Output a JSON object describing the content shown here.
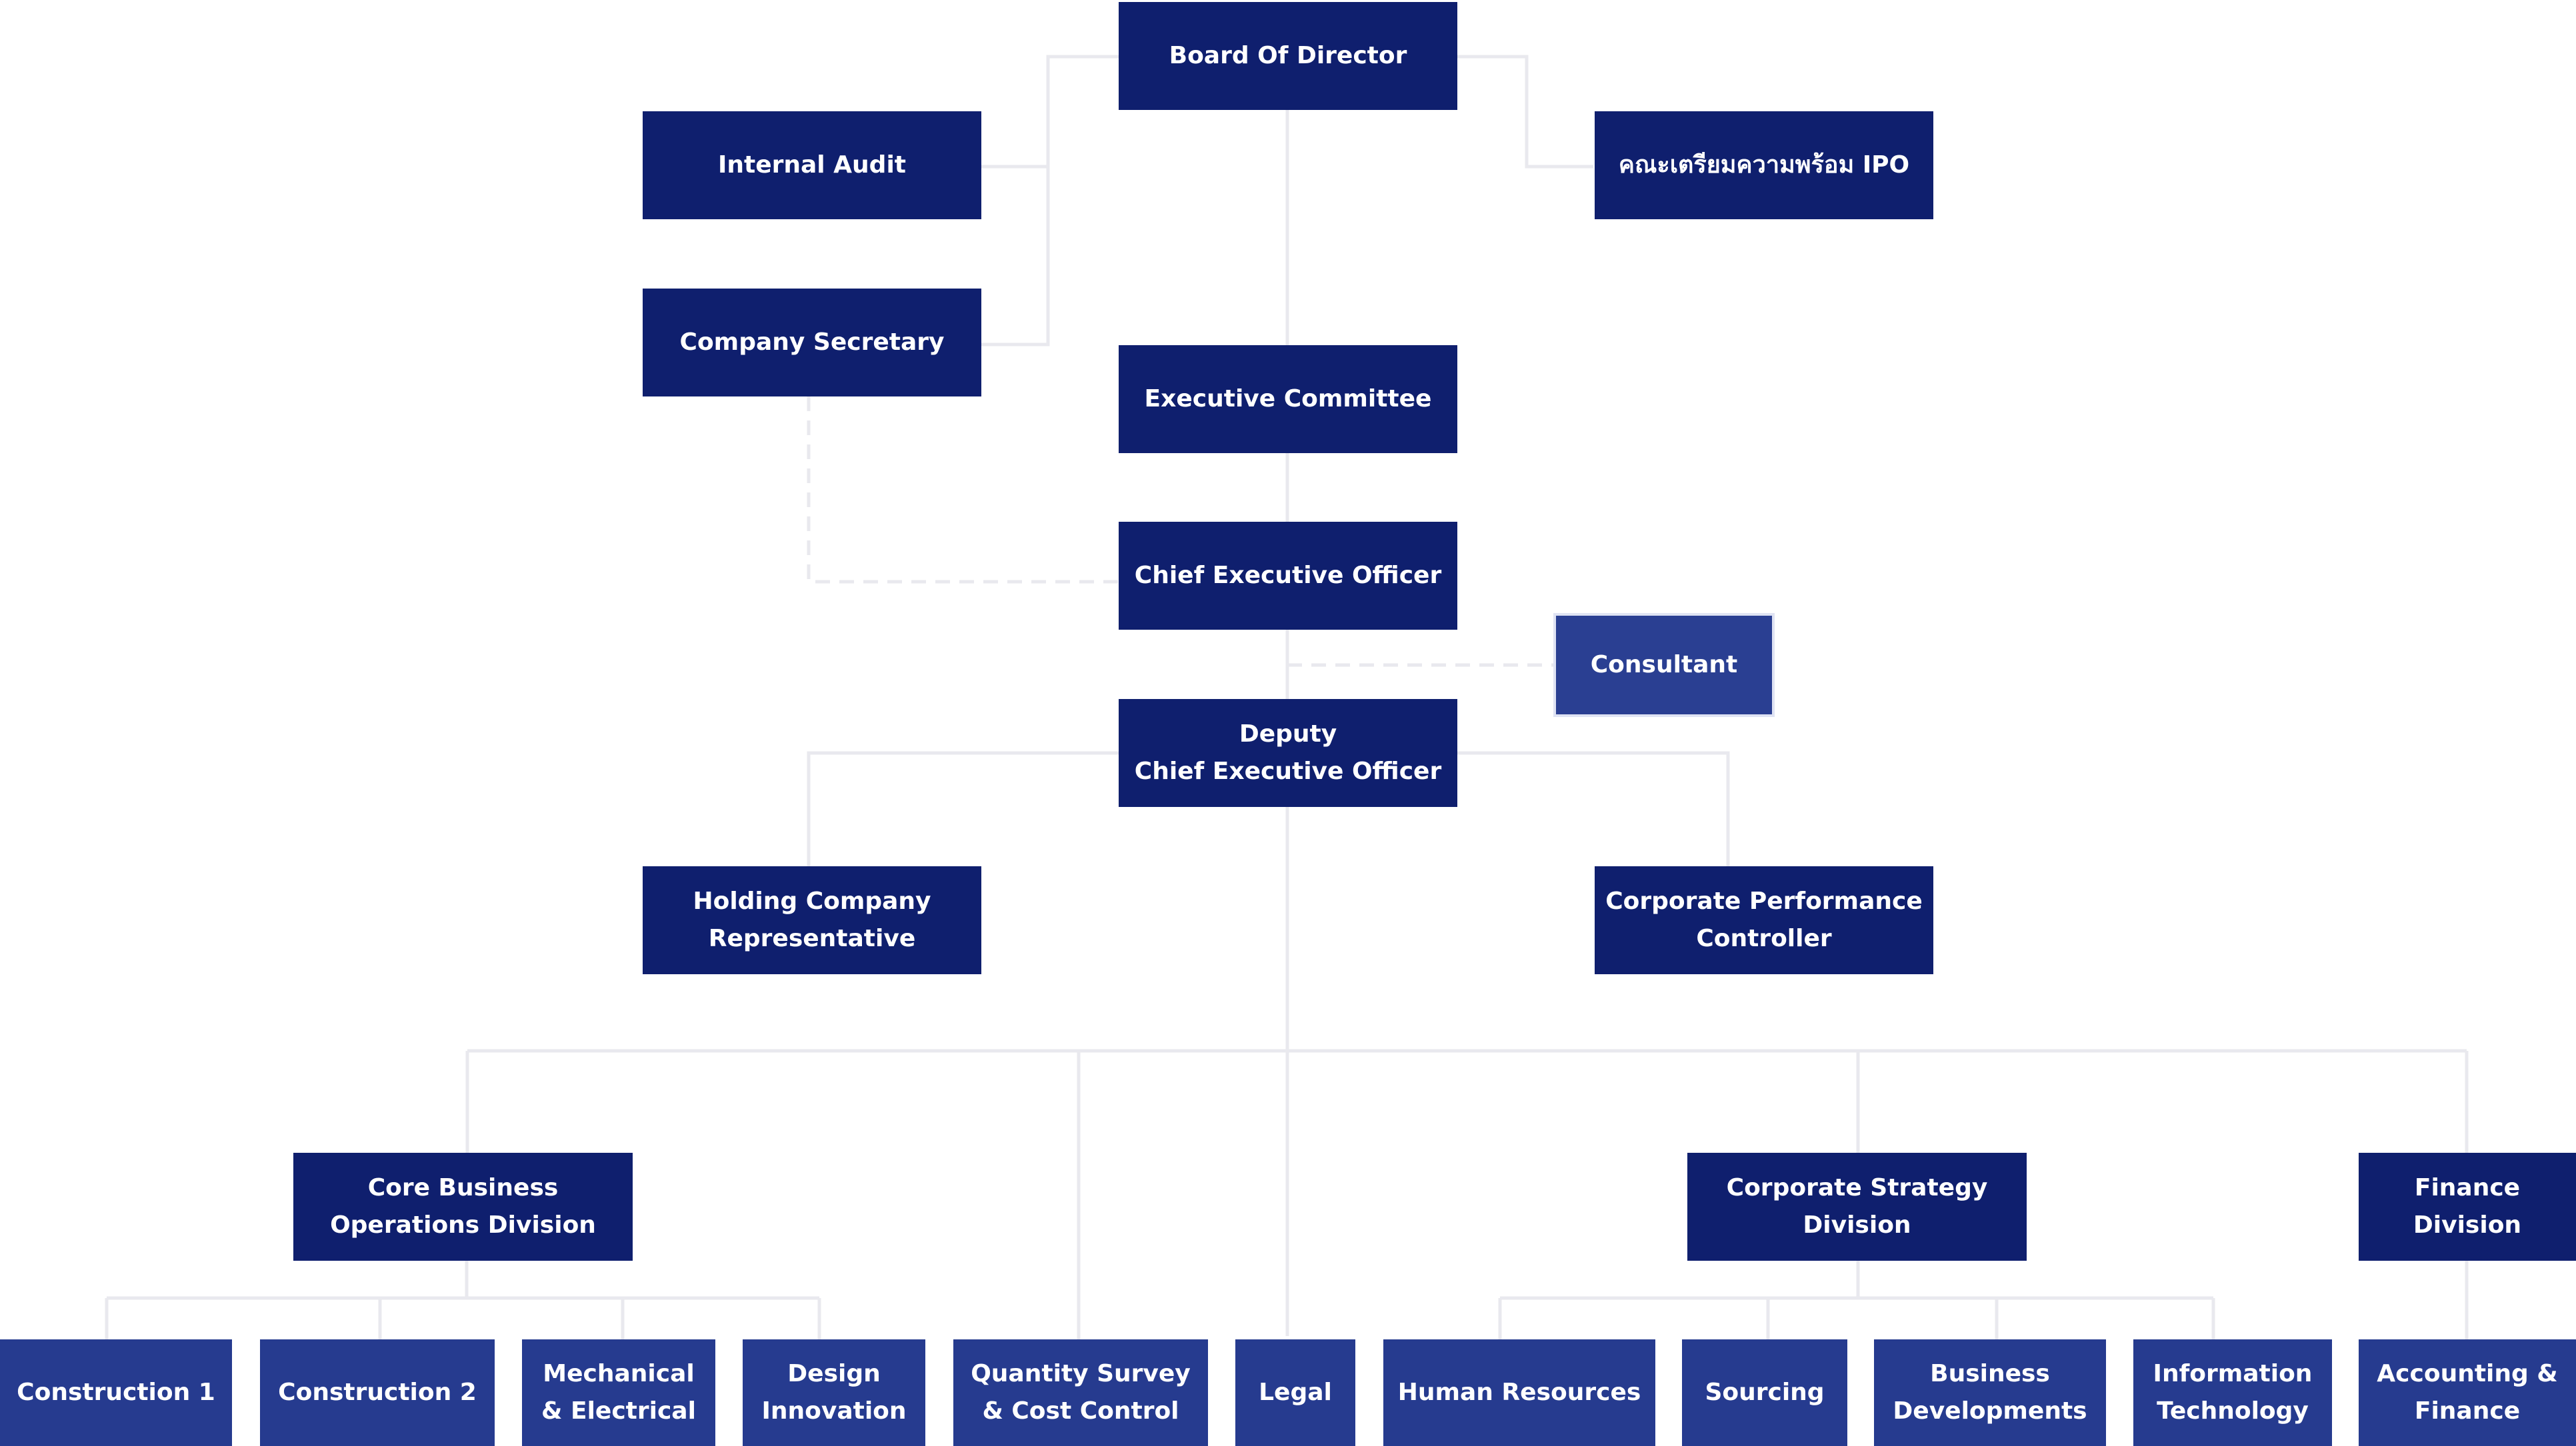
{
  "nodes": {
    "board": "Board Of Director",
    "internal_audit": "Internal Audit",
    "ipo": "คณะเตรียมความพร้อม IPO",
    "company_secretary": "Company Secretary",
    "executive_committee": "Executive Committee",
    "ceo": "Chief Executive Officer",
    "consultant": "Consultant",
    "deputy_ceo": "Deputy\nChief Executive Officer",
    "holding_rep": "Holding Company\nRepresentative",
    "corp_perf": "Corporate Performance\nController",
    "core_business": "Core Business\nOperations Division",
    "corp_strategy": "Corporate Strategy\nDivision",
    "finance_division": "Finance\nDivision",
    "construction_1": "Construction 1",
    "construction_2": "Construction 2",
    "mech_elec": "Mechanical\n& Electrical",
    "design_innovation": "Design\nInnovation",
    "quantity_survey": "Quantity Survey\n& Cost Control",
    "legal": "Legal",
    "human_resources": "Human Resources",
    "sourcing": "Sourcing",
    "business_dev": "Business\nDevelopments",
    "info_tech": "Information\nTechnology",
    "accounting_finance": "Accounting &\nFinance"
  },
  "colors": {
    "box_dark": "#0f1f6e",
    "box_light": "#263b8f",
    "connector": "#e9e9ee",
    "text": "#ffffff"
  }
}
